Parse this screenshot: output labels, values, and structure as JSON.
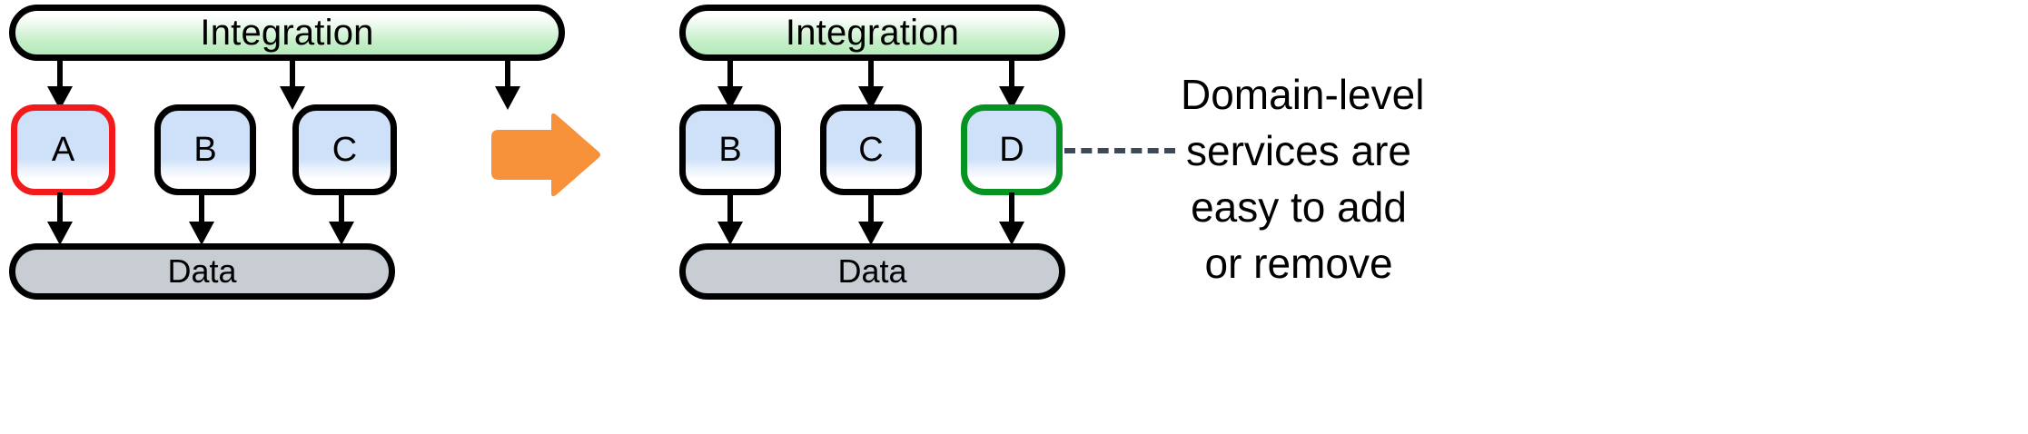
{
  "diagram": {
    "title_text_visible": false,
    "background_color": "#ffffff",
    "colors": {
      "integration_fill": "#b4ebbb",
      "data_fill": "#c7cdd2",
      "service_fill": "#cfe1f9",
      "stroke": "#000000",
      "highlight_remove": "#f21a1a",
      "highlight_add": "#069321",
      "transition_arrow": "#f7923a",
      "leader_line": "#3c4a58"
    },
    "left_group": {
      "integration": {
        "label": "Integration"
      },
      "data": {
        "label": "Data"
      },
      "services": [
        {
          "label": "A",
          "highlight": "red"
        },
        {
          "label": "B",
          "highlight": "none"
        },
        {
          "label": "C",
          "highlight": "none"
        }
      ]
    },
    "transition": {
      "icon": "right-arrow-icon",
      "color": "#f7923a"
    },
    "right_group": {
      "integration": {
        "label": "Integration"
      },
      "data": {
        "label": "Data"
      },
      "services": [
        {
          "label": "B",
          "highlight": "none"
        },
        {
          "label": "C",
          "highlight": "none"
        },
        {
          "label": "D",
          "highlight": "green"
        }
      ]
    },
    "annotation": {
      "lines": [
        "Domain-level",
        "services are",
        "easy to add",
        "or remove"
      ]
    }
  }
}
